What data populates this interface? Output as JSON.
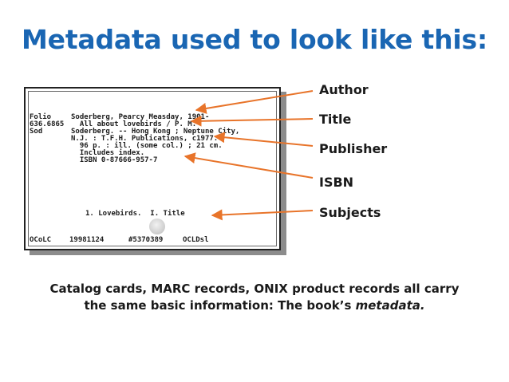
{
  "title": "Metadata used to look like this:",
  "card": {
    "call_number": [
      "Folio",
      "636.6865",
      "Sod"
    ],
    "main_lines": [
      "Soderberg, Pearcy Measday, 1901-",
      "  All about lovebirds / P. M.",
      "Soderberg. -- Hong Kong ; Neptune City,",
      "N.J. : T.F.H. Publications, c1977.",
      "  96 p. : ill. (some col.) ; 21 cm.",
      "  Includes index.",
      "  ISBN 0-87666-957-7"
    ],
    "tracing": "1. Lovebirds.  I. Title",
    "footer": {
      "oclc": "OCoLC",
      "date": "19981124",
      "record": "#5370389",
      "symbol": "OCLDsl"
    }
  },
  "labels": {
    "author": "Author",
    "title": "Title",
    "publisher": "Publisher",
    "isbn": "ISBN",
    "subjects": "Subjects"
  },
  "caption": {
    "line1": "Catalog cards, MARC records, ONIX product records all carry",
    "line2_prefix": "the same basic information:  The book’s ",
    "line2_emphasis": "metadata.",
    "line2_suffix": ""
  },
  "colors": {
    "title": "#1a66b3",
    "arrow": "#e8742a",
    "text": "#1a1a1a"
  }
}
